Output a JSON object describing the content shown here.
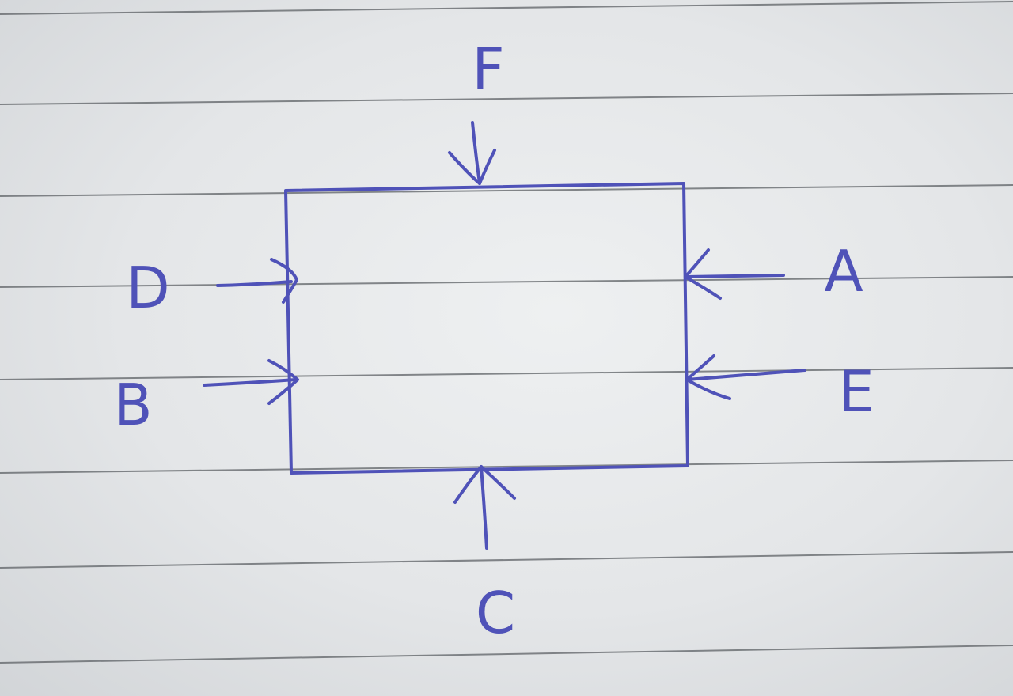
{
  "colors": {
    "ink": "#4f52b8",
    "rule": "#5e6266",
    "paper": "#e8eaec"
  },
  "diagram": {
    "shape": "rectangle",
    "arrows": [
      {
        "label": "F",
        "side": "top",
        "direction": "inward"
      },
      {
        "label": "D",
        "side": "left",
        "direction": "inward"
      },
      {
        "label": "B",
        "side": "left",
        "direction": "inward"
      },
      {
        "label": "A",
        "side": "right",
        "direction": "inward"
      },
      {
        "label": "E",
        "side": "right",
        "direction": "inward"
      },
      {
        "label": "C",
        "side": "bottom",
        "direction": "inward"
      }
    ]
  }
}
